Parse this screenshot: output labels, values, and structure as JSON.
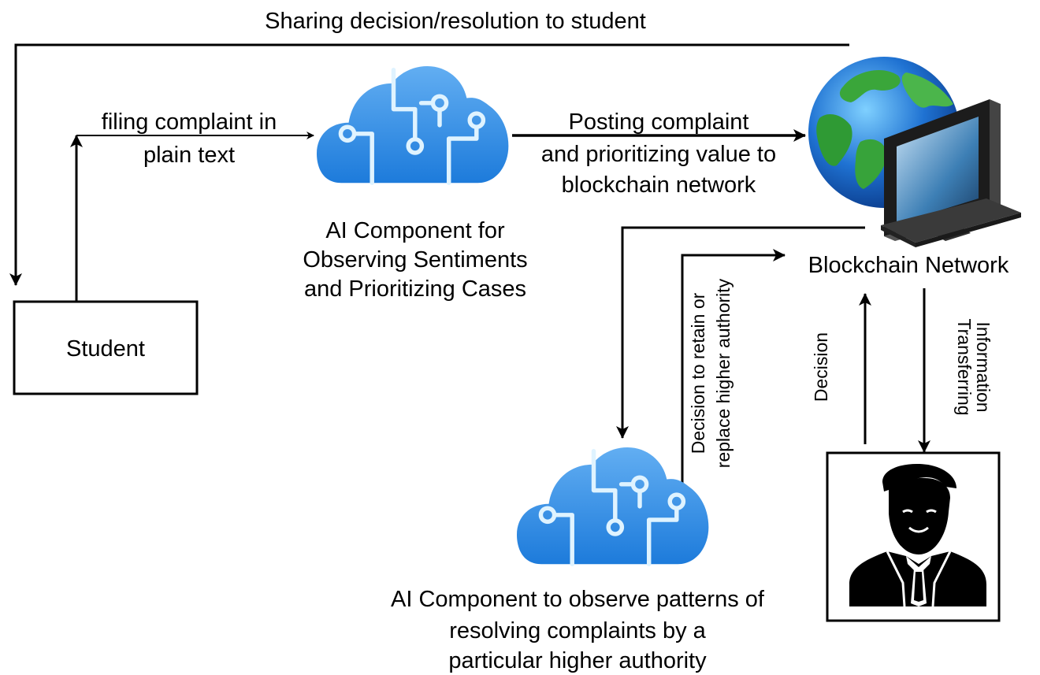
{
  "labels": {
    "top_feedback": "Sharing decision/resolution to student",
    "filing_line1": "filing complaint in",
    "filing_line2": "plain text",
    "posting_line1": "Posting complaint",
    "posting_line2": "and prioritizing value to",
    "posting_line3": "blockchain network",
    "ai1_line1": "AI Component for",
    "ai1_line2": "Observing Sentiments",
    "ai1_line3": "and Prioritizing Cases",
    "blockchain": "Blockchain Network",
    "student": "Student",
    "retain_line1": "Decision to retain or",
    "retain_line2": "replace higher authority",
    "decision": "Decision",
    "transfer_line1": "Transferring",
    "transfer_line2": "Information",
    "ai2_line1": "AI Component to observe patterns of",
    "ai2_line2": "resolving complaints by a",
    "ai2_line3": "particular higher authority"
  },
  "icons": {
    "ai_cloud": "ai-cloud-icon",
    "blockchain": "globe-monitor-icon",
    "authority": "person-authority-icon"
  },
  "colors": {
    "cloud_top": "#5ea8f0",
    "cloud_bottom": "#1f7fdc",
    "circuit": "#dff3ff",
    "globe_ocean": "#1f6fd0",
    "globe_land": "#3aa63a",
    "monitor": "#2a2a2a"
  }
}
